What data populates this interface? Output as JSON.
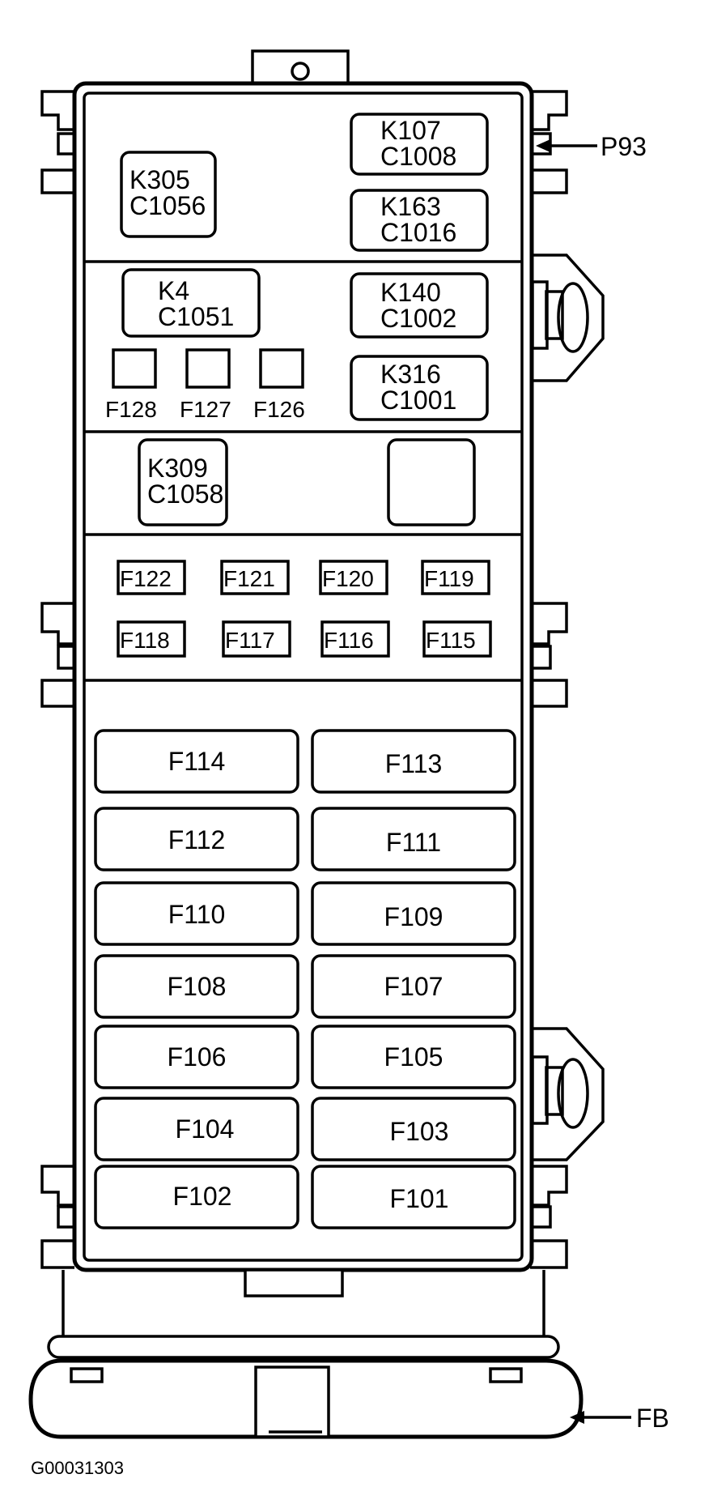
{
  "relays_top": [
    {
      "name": "K305",
      "connector": "C1056"
    },
    {
      "name": "K107",
      "connector": "C1008"
    },
    {
      "name": "K163",
      "connector": "C1016"
    }
  ],
  "relays_mid": [
    {
      "name": "K4",
      "connector": "C1051"
    },
    {
      "name": "K140",
      "connector": "C1002"
    },
    {
      "name": "K316",
      "connector": "C1001"
    }
  ],
  "small_fuses": [
    "F128",
    "F127",
    "F126"
  ],
  "relay_k309": {
    "name": "K309",
    "connector": "C1058"
  },
  "mini_fuses_row1": [
    "F122",
    "F121",
    "F120",
    "F119"
  ],
  "mini_fuses_row2": [
    "F118",
    "F117",
    "F116",
    "F115"
  ],
  "maxi_fuses": [
    [
      "F114",
      "F113"
    ],
    [
      "F112",
      "F111"
    ],
    [
      "F110",
      "F109"
    ],
    [
      "F108",
      "F107"
    ],
    [
      "F106",
      "F105"
    ],
    [
      "F104",
      "F103"
    ],
    [
      "F102",
      "F101"
    ]
  ],
  "callouts": {
    "p93": "P93",
    "fb": "FB"
  },
  "figure_id": "G00031303"
}
